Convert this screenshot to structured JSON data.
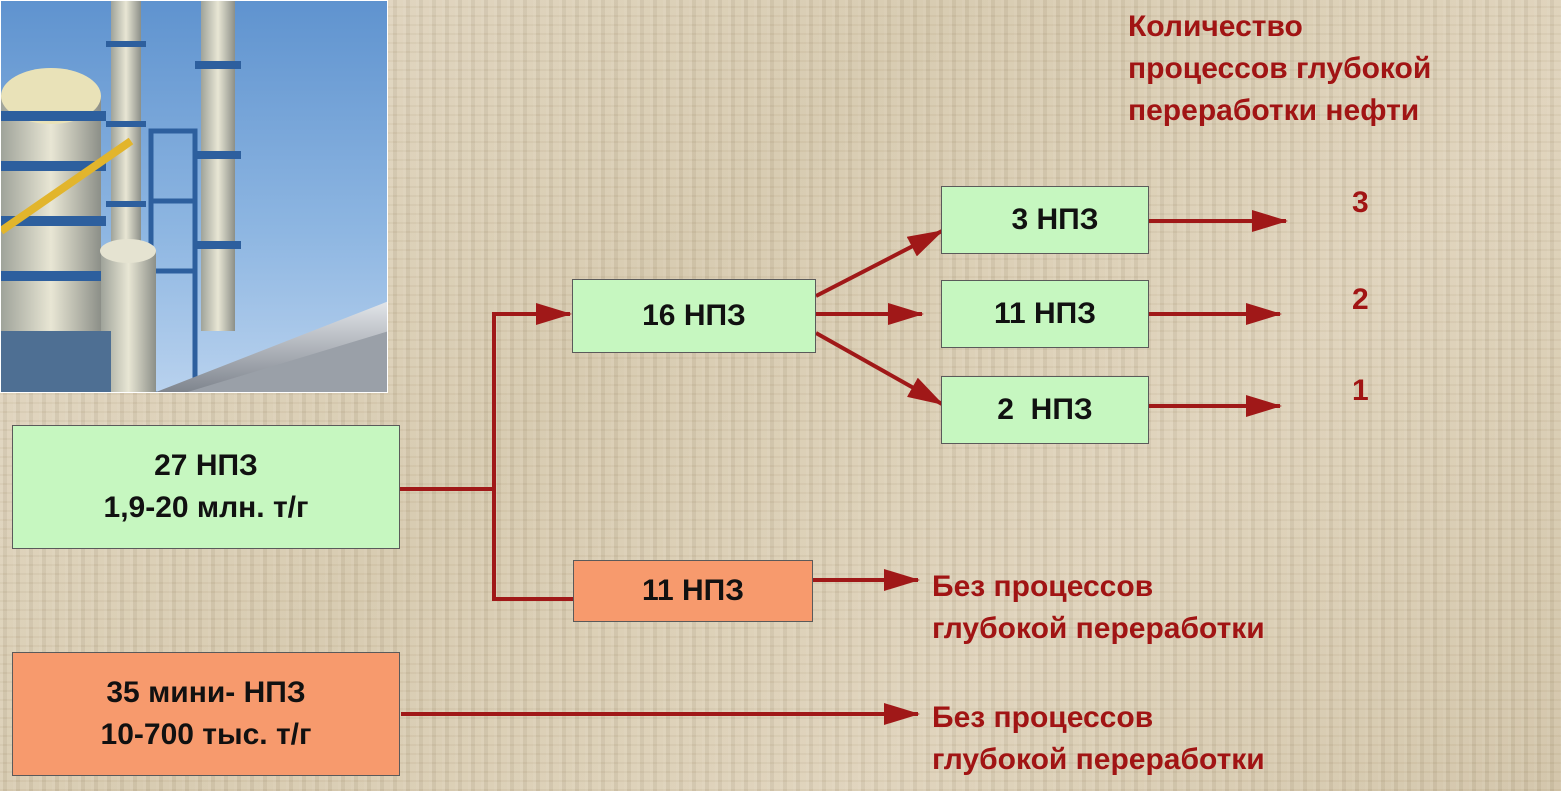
{
  "colors": {
    "arrow": "#a01818",
    "label_text": "#a11414",
    "box_green": "#c6f7c0",
    "box_orange": "#f79a6d"
  },
  "photo": {
    "icon": "refinery-photo"
  },
  "header": {
    "line1": "Количество",
    "line2": "процессов глубокой",
    "line3": "переработки нефти"
  },
  "boxes": {
    "main": {
      "line1": "27 НПЗ",
      "line2": "1,9-20 млн. т/г"
    },
    "mini": {
      "line1": "35 мини- НПЗ",
      "line2": "10-700 тыс. т/г"
    },
    "deep": "16 НПЗ",
    "shallow": "11 НПЗ",
    "three": "3 НПЗ",
    "two": "11 НПЗ",
    "one": "2  НПЗ"
  },
  "counts": {
    "three": "3",
    "two": "2",
    "one": "1"
  },
  "no_deep_1": {
    "line1": "Без процессов",
    "line2": "глубокой переработки"
  },
  "no_deep_2": {
    "line1": "Без процессов",
    "line2": "глубокой переработки"
  }
}
